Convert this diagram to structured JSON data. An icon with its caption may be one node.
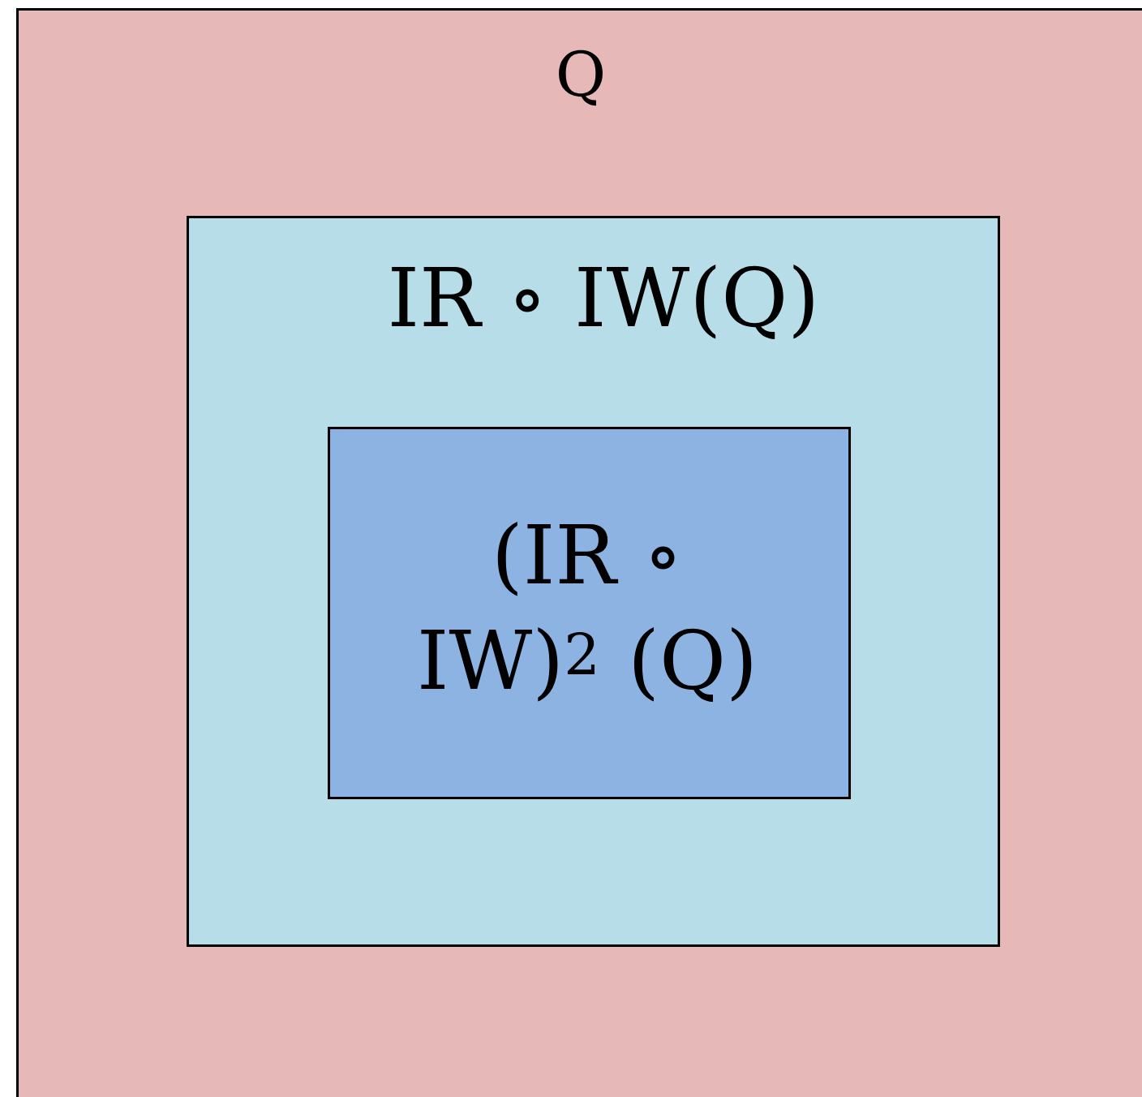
{
  "diagram": {
    "nodes": [
      {
        "text": [
          "Q"
        ]
      },
      {
        "text": [
          "IR ∘ IW(Q)"
        ],
        "in": 0
      },
      {
        "text": [
          "(IR ∘ IW)$^{2}$ (Q)"
        ],
        "in": 1
      }
    ]
  }
}
